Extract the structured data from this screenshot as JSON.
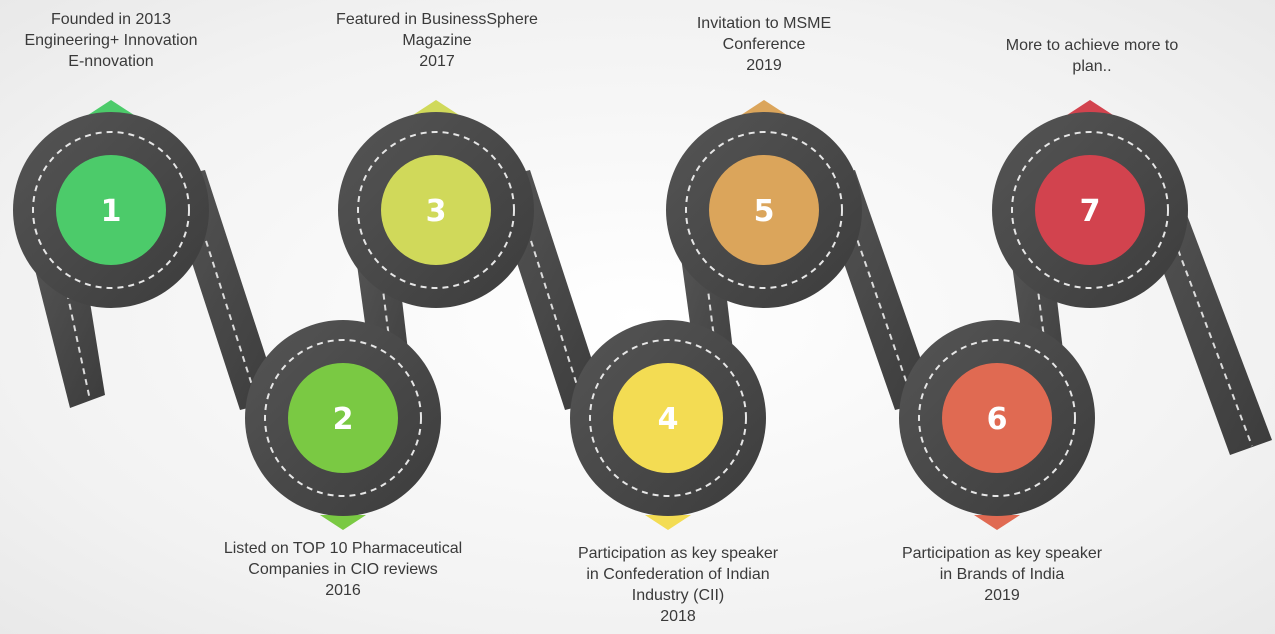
{
  "milestones": [
    {
      "number": "1",
      "color": "#4ccb6a",
      "lines": [
        "Founded in 2013",
        "Engineering+ Innovation",
        "E-nnovation"
      ]
    },
    {
      "number": "2",
      "color": "#7ac943",
      "lines": [
        "Listed on TOP 10 Pharmaceutical",
        "Companies in CIO reviews",
        "2016"
      ]
    },
    {
      "number": "3",
      "color": "#d0d95a",
      "lines": [
        "Featured in BusinessSphere",
        "Magazine",
        "2017"
      ]
    },
    {
      "number": "4",
      "color": "#f3dc53",
      "lines": [
        "Participation as key speaker",
        "in Confederation of Indian",
        "Industry (CII)",
        "2018"
      ]
    },
    {
      "number": "5",
      "color": "#dba55b",
      "lines": [
        "Invitation to MSME",
        "Conference",
        "2019"
      ]
    },
    {
      "number": "6",
      "color": "#e06a52",
      "lines": [
        "Participation as key speaker",
        "in Brands of India",
        "2019"
      ]
    },
    {
      "number": "7",
      "color": "#d2434e",
      "lines": [
        "More to achieve more to",
        "plan.."
      ]
    }
  ]
}
